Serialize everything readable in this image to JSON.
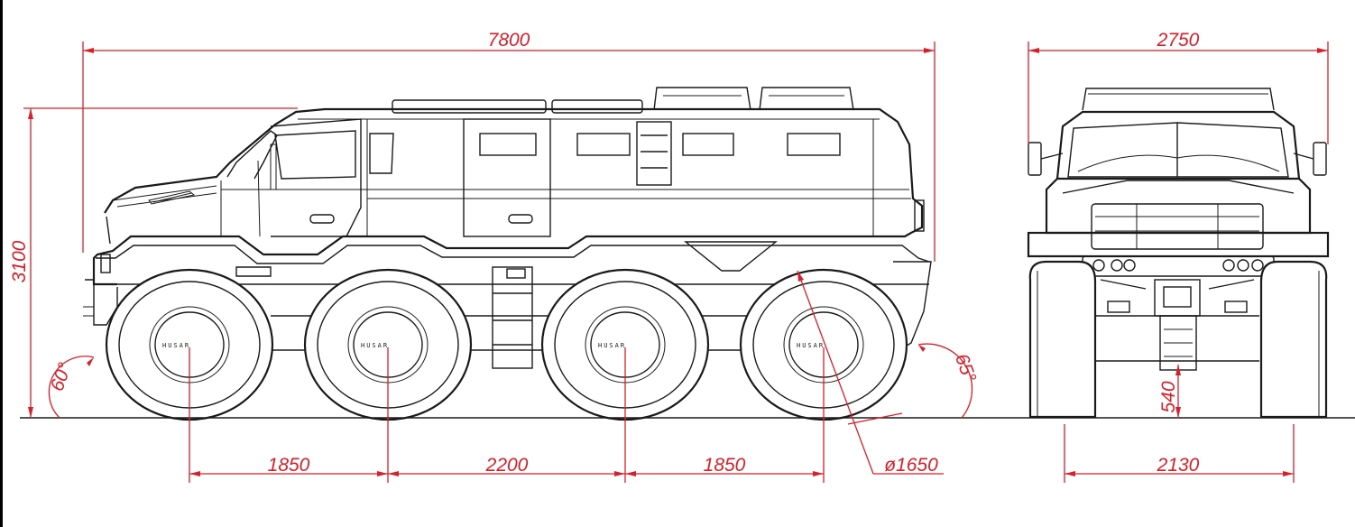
{
  "dimensions": {
    "overall_length": "7800",
    "overall_height": "3100",
    "overall_width": "2750",
    "axle_spacing_1": "1850",
    "axle_spacing_2": "2200",
    "axle_spacing_3": "1850",
    "wheel_diameter": "ø1650",
    "track_width": "2130",
    "ground_clearance": "540",
    "approach_angle": "60°",
    "departure_angle": "65°"
  },
  "colors": {
    "dimension_lines": "#d9202a",
    "outline": "#1a1a1a",
    "background": "#ffffff"
  }
}
